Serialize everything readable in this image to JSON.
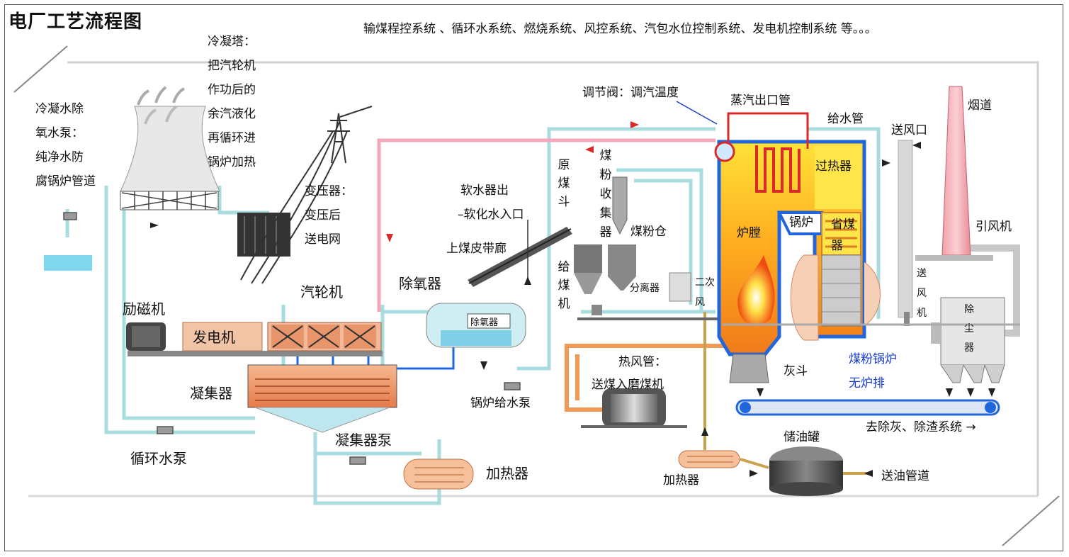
{
  "title": "电厂工艺流程图",
  "subtitle": "输煤程控系统 、循环水系统、燃烧系统、风控系统、汽包水位控制系统、发电机控制系统 等。。。",
  "labels": {
    "condensate_pump_lines": [
      "冷凝水除",
      "氧水泵：",
      "纯净水防",
      "腐锅炉管道"
    ],
    "cooling_tower_lines": [
      "冷凝塔：",
      "把汽轮机",
      "作功后的",
      "余汽液化",
      "再循环进",
      "锅炉加热"
    ],
    "transformer_lines": [
      "变压器：",
      "变压后",
      "送电网"
    ],
    "exciter": "励磁机",
    "generator": "发电机",
    "turbine": "汽轮机",
    "condenser": "凝集器",
    "circ_pump": "循环水泵",
    "condenser_pump": "凝集器泵",
    "heater_left": "加热器",
    "deaerator": "除氧器",
    "deaerator_tag": "除氧器",
    "softener_lines": [
      "软水器出",
      "–软化水入口"
    ],
    "coal_belt": "上煤皮带廊",
    "feed_pump": "锅炉给水泵",
    "raw_coal_hopper": "原煤斗",
    "coal_feeder": "给煤机",
    "powder_collector": "煤粉收集器",
    "powder_bin": "煤粉仓",
    "separator": "分离器",
    "secondary_air": "二次风",
    "hot_air_lines": [
      "热风管：",
      "送煤入磨煤机"
    ],
    "control_valve": "调节阀：调汽温度",
    "steam_outlet": "蒸汽出口管",
    "feed_pipe": "给水管",
    "superheater": "过热器",
    "furnace": "炉膛",
    "boiler": "锅炉",
    "economizer_lines": [
      "省煤",
      "器"
    ],
    "ash_hopper": "灰斗",
    "pc_boiler_lines": [
      "煤粉锅炉",
      "无炉排"
    ],
    "air_inlet": "送风口",
    "chimney": "烟道",
    "id_fan": "引风机",
    "fd_fan": "送风机",
    "dust_collector": "除尘器",
    "ash_removal": "去除灰、除渣系统 →",
    "oil_tank": "储油罐",
    "heater_right": "加热器",
    "oil_pipe": "送油管道"
  },
  "colors": {
    "water_pipe": "#a8dcdf",
    "steam_pipe": "#e06a7a",
    "pink_pipe": "#f3a7b8",
    "blue_pipe": "#2266dd",
    "orange_pipe": "#f29a55",
    "oil_pipe": "#c9a24a",
    "furnace_yellow": "#ffd21e",
    "furnace_orange": "#f6921e",
    "label_blue": "#1a3fd0"
  }
}
